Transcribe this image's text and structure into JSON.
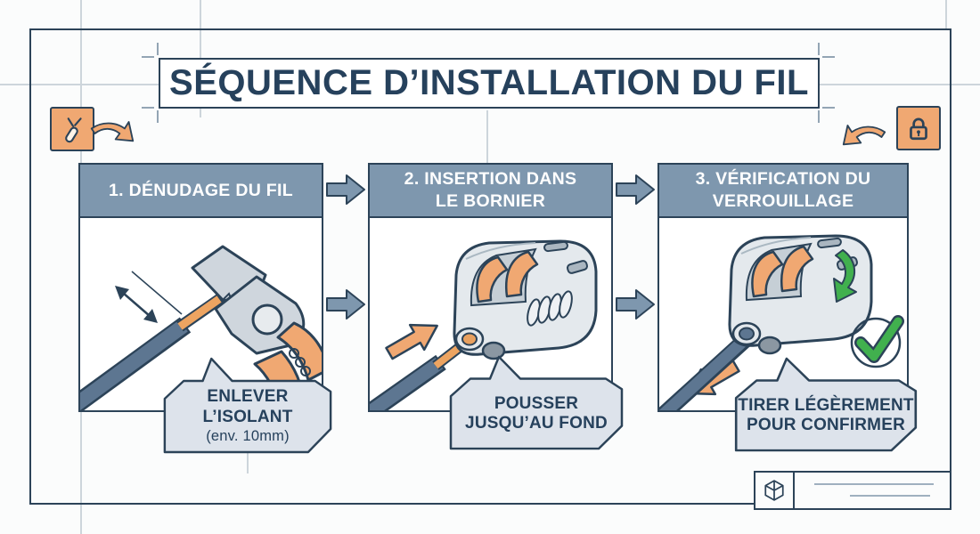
{
  "title": "SÉQUENCE D’INSTALLATION DU FIL",
  "steps": [
    {
      "header_lines": [
        "1. DÉNUDAGE DU FIL",
        ""
      ],
      "callout_lines": [
        "ENLEVER",
        "L’ISOLANT"
      ],
      "callout_note": "(env. 10mm)",
      "illustration": "pliers-stripping-wire"
    },
    {
      "header_lines": [
        "2. INSERTION DANS",
        "LE BORNIER"
      ],
      "callout_lines": [
        "POUSSER",
        "JUSQU’AU FOND"
      ],
      "callout_note": "",
      "illustration": "wire-pushed-into-lever-connector"
    },
    {
      "header_lines": [
        "3. VÉRIFICATION DU",
        "VERROUILLAGE"
      ],
      "callout_lines": [
        "TIRER LÉGÈREMENT",
        "POUR CONFIRMER"
      ],
      "callout_note": "",
      "illustration": "connector-locked-pull-test-with-check"
    }
  ],
  "corner_icons": {
    "top_left": "wire-stripper-icon",
    "top_right": "lock-icon"
  },
  "footer": {
    "logo": "cube-logo-icon"
  },
  "colors": {
    "navy": "#2c4358",
    "slate_header": "#7e97ae",
    "orange": "#f0a872",
    "copper": "#eda461",
    "wire_insulation": "#5d7691",
    "callout_bg": "#dde3eb",
    "green_check": "#41b04e",
    "grid_line": "#cdd5db",
    "background": "#fbfcfc"
  }
}
